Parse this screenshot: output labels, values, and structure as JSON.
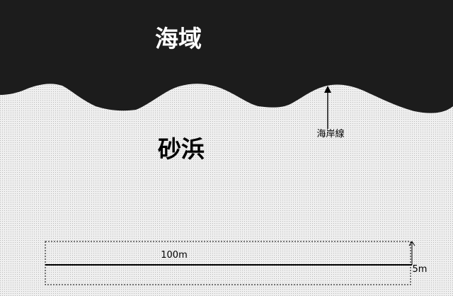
{
  "labels": {
    "sea_area": "海域",
    "sandy_beach": "砂浜",
    "shoreline": "海岸線",
    "length": "100m",
    "width": "5m"
  },
  "colors": {
    "sea": "#1c1c1c",
    "beach": "#efefef",
    "dot_texture": "#b9b9b9",
    "text_light": "#ffffff",
    "text_dark": "#000000",
    "line": "#000000"
  }
}
